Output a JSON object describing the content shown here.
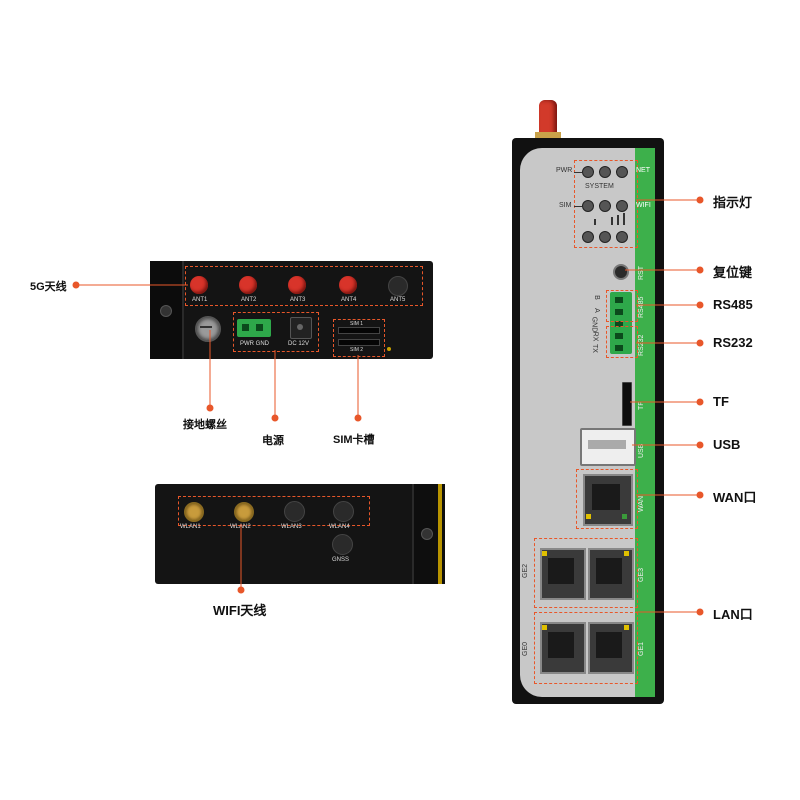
{
  "callouts": {
    "ant5g": "5G天线",
    "ground_screw": "接地螺丝",
    "power": "电源",
    "sim_slot": "SIM卡槽",
    "wifi_antenna": "WIFI天线",
    "indicator": "指示灯",
    "reset": "复位键",
    "rs485": "RS485",
    "rs232": "RS232",
    "tf": "TF",
    "usb": "USB",
    "wan": "WAN口",
    "lan": "LAN口"
  },
  "top_panel": {
    "ant_labels": [
      "ANT1",
      "ANT2",
      "ANT3",
      "ANT4",
      "ANT5"
    ],
    "pwr_gnd": "PWR GND",
    "dc12v": "DC 12V",
    "sim1": "SIM 1",
    "sim2": "SIM 2"
  },
  "wifi_panel": {
    "labels": [
      "WLAN1",
      "WLAN2",
      "WLAN3",
      "WLAN4"
    ],
    "gnss": "GNSS"
  },
  "front_panel": {
    "pwr": "PWR",
    "net": "NET",
    "system": "SYSTEM",
    "sim": "SIM",
    "wifi": "WIFI",
    "rst": "RST",
    "rs485_pins": [
      "B",
      "A"
    ],
    "gnd": "GND",
    "rs232_pins": [
      "RX",
      "TX"
    ],
    "rs485": "RS485",
    "rs232": "RS232",
    "tf": "TF",
    "usb": "USB",
    "wan": "WAN",
    "ge_ports": [
      "GE2",
      "GE3",
      "GE0",
      "GE1"
    ]
  },
  "colors": {
    "accent": "#e8572a",
    "panel_green": "#3db04b",
    "device_black": "#111111"
  }
}
